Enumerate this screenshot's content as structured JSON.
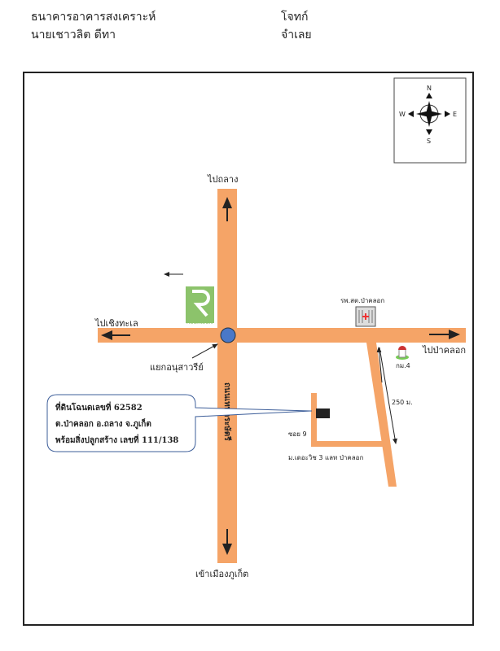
{
  "header": {
    "left": [
      "ธนาคารอาคารสงเคราะห์",
      "นายเชาวลิต ดีทา"
    ],
    "right": [
      "โจทก์",
      "จำเลย"
    ]
  },
  "compass": {
    "n": "N",
    "s": "S",
    "e": "E",
    "w": "W"
  },
  "labels": {
    "north": "ไปถลาง",
    "west": "ไปเชิงทะเล",
    "east": "ไปป่าคลอก",
    "south": "เข้าเมืองภูเก็ต",
    "roundabout": "แยกอนุสาวรีย์",
    "road": "ถนนเทพกระษัตรี",
    "robinson": "ROBINSON",
    "hospital": "รพ.สต.ป่าคลอก",
    "km": "กม.4",
    "distance": "250 ม.",
    "soi": "ซอย 9",
    "village": "ม.เดอะวิช 3 แลท ป่าคลอก"
  },
  "callout": [
    "ที่ดินโฉนดเลขที่ 62582",
    "ต.ป่าคลอก อ.ถลาง จ.ภูเก็ต",
    "พร้อมสิ่งปลูกสร้าง เลขที่ 111/138"
  ],
  "colors": {
    "road": "#f5a467",
    "roundabout": "#4a78c8",
    "logo": "#8cc36b",
    "callout_border": "#3e5f9a"
  }
}
